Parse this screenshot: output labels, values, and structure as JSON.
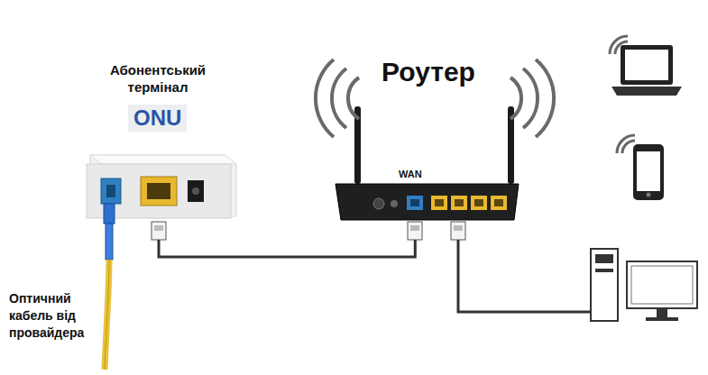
{
  "diagram": {
    "nodes": [
      {
        "text": [
          "Абонентський термінал",
          "ONU"
        ]
      },
      {
        "text": [
          "Роутер",
          "WAN"
        ]
      }
    ],
    "edges": [
      {
        "from": 0,
        "to": 1,
        "arrow": "none"
      }
    ],
    "labels": [
      "Оптичний кабель від провайдера"
    ]
  }
}
